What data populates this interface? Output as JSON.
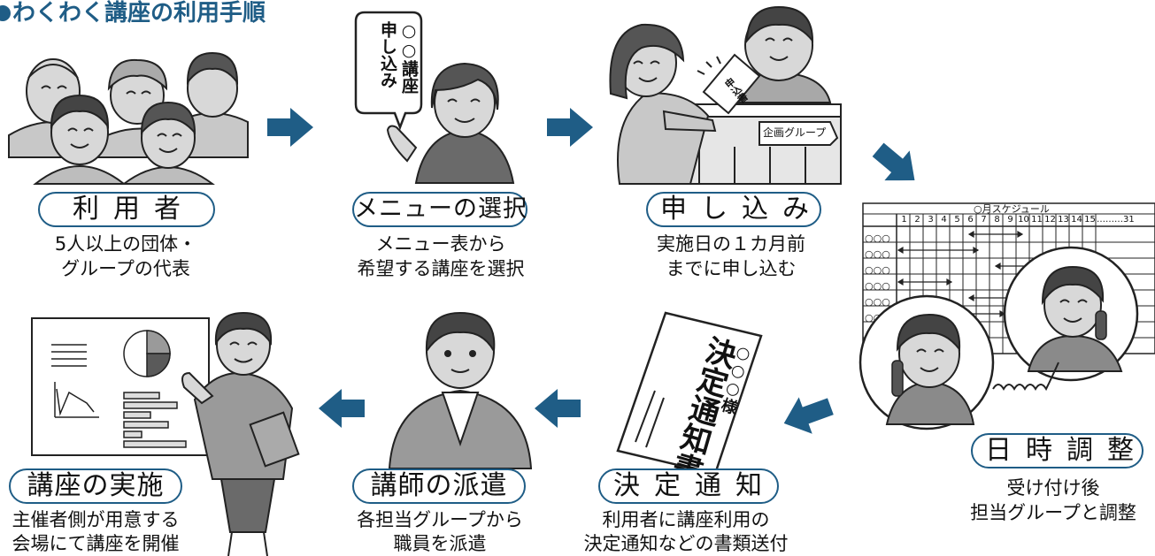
{
  "title": "わくわく講座の利用手順",
  "colors": {
    "accent": "#1f5d86",
    "gray": "#9a9a9a"
  },
  "steps": [
    {
      "label": "利用者",
      "desc1": "5人以上の団体・",
      "desc2": "グループの代表"
    },
    {
      "label": "メニューの選択",
      "desc1": "メニュー表から",
      "desc2": "希望する講座を選択"
    },
    {
      "label": "申し込み",
      "desc1": "実施日の１カ月前",
      "desc2": "までに申し込む"
    },
    {
      "label": "日時調整",
      "desc1": "受け付け後",
      "desc2": "担当グループと調整"
    },
    {
      "label": "決定通知",
      "desc1": "利用者に講座利用の",
      "desc2": "決定通知などの書類送付"
    },
    {
      "label": "講師の派遣",
      "desc1": "各担当グループから",
      "desc2": "職員を派遣"
    },
    {
      "label": "講座の実施",
      "desc1": "主催者側が用意する",
      "desc2": "会場にて講座を開催"
    }
  ],
  "bubble": {
    "col1": "申し込み",
    "col2": "○○講座"
  },
  "desk_sign": "企画グループ",
  "form_label": "申込書",
  "schedule": {
    "title": "○月スケジュール",
    "days": [
      "1",
      "2",
      "3",
      "4",
      "5",
      "6",
      "7",
      "8",
      "9",
      "10",
      "11",
      "12",
      "13",
      "14",
      "15",
      "………31"
    ],
    "row_label": "○○○"
  },
  "notice": {
    "addressee": "○○○様",
    "heading": "決定通知書"
  }
}
